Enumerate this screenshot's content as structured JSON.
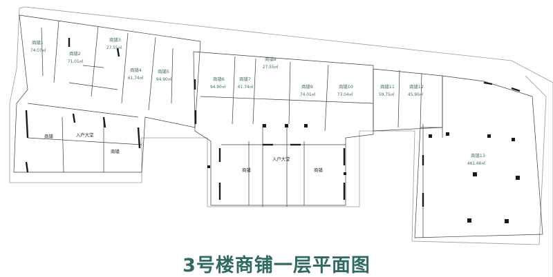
{
  "title": "3号楼商铺一层平面图",
  "colors": {
    "accent": "#2f6b61",
    "label": "#3f6a66",
    "wall": "#1a1a1a"
  },
  "shops": [
    {
      "name": "商铺1",
      "area": "74.07㎡"
    },
    {
      "name": "商铺2",
      "area": "71.01㎡"
    },
    {
      "name": "商铺3",
      "area": "27.55㎡"
    },
    {
      "name": "商铺4",
      "area": "61.74㎡"
    },
    {
      "name": "商铺5",
      "area": "94.90㎡"
    },
    {
      "name": "商铺6",
      "area": "94.90㎡"
    },
    {
      "name": "商铺7",
      "area": "61.74㎡"
    },
    {
      "name": "商铺8",
      "area": "27.55㎡"
    },
    {
      "name": "商铺9",
      "area": "74.01㎡"
    },
    {
      "name": "商铺10",
      "area": "73.04㎡"
    },
    {
      "name": "商铺11",
      "area": "59.75㎡"
    },
    {
      "name": "商铺12",
      "area": "45.90㎡"
    },
    {
      "name": "商铺13",
      "area": "461.46㎡"
    }
  ],
  "lobby_label": "入户大堂",
  "unit_label": "商铺"
}
